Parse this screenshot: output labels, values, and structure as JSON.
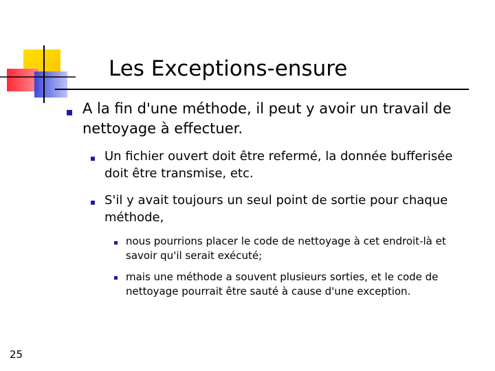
{
  "slide": {
    "title": "Les Exceptions-ensure",
    "page_number": "25",
    "bullets": [
      {
        "level": 1,
        "text": "A la fin d'une méthode, il peut y avoir un travail de nettoyage à effectuer."
      },
      {
        "level": 2,
        "text": "Un fichier ouvert doit être refermé, la donnée bufferisée doit être transmise, etc."
      },
      {
        "level": 2,
        "text": "S'il y avait toujours un seul point de sortie pour chaque méthode,"
      },
      {
        "level": 3,
        "text": "nous pourrions placer le code de nettoyage à cet endroit-là et savoir qu'il serait exécuté;"
      },
      {
        "level": 3,
        "text": "mais une méthode a souvent plusieurs sorties, et le code de nettoyage pourrait être sauté à cause d'une exception."
      }
    ]
  },
  "colors": {
    "bullet": "#1c1ca8",
    "logo_yellow": "#ffd800",
    "logo_red": "#ff3344",
    "logo_blue": "#4a55e0"
  }
}
